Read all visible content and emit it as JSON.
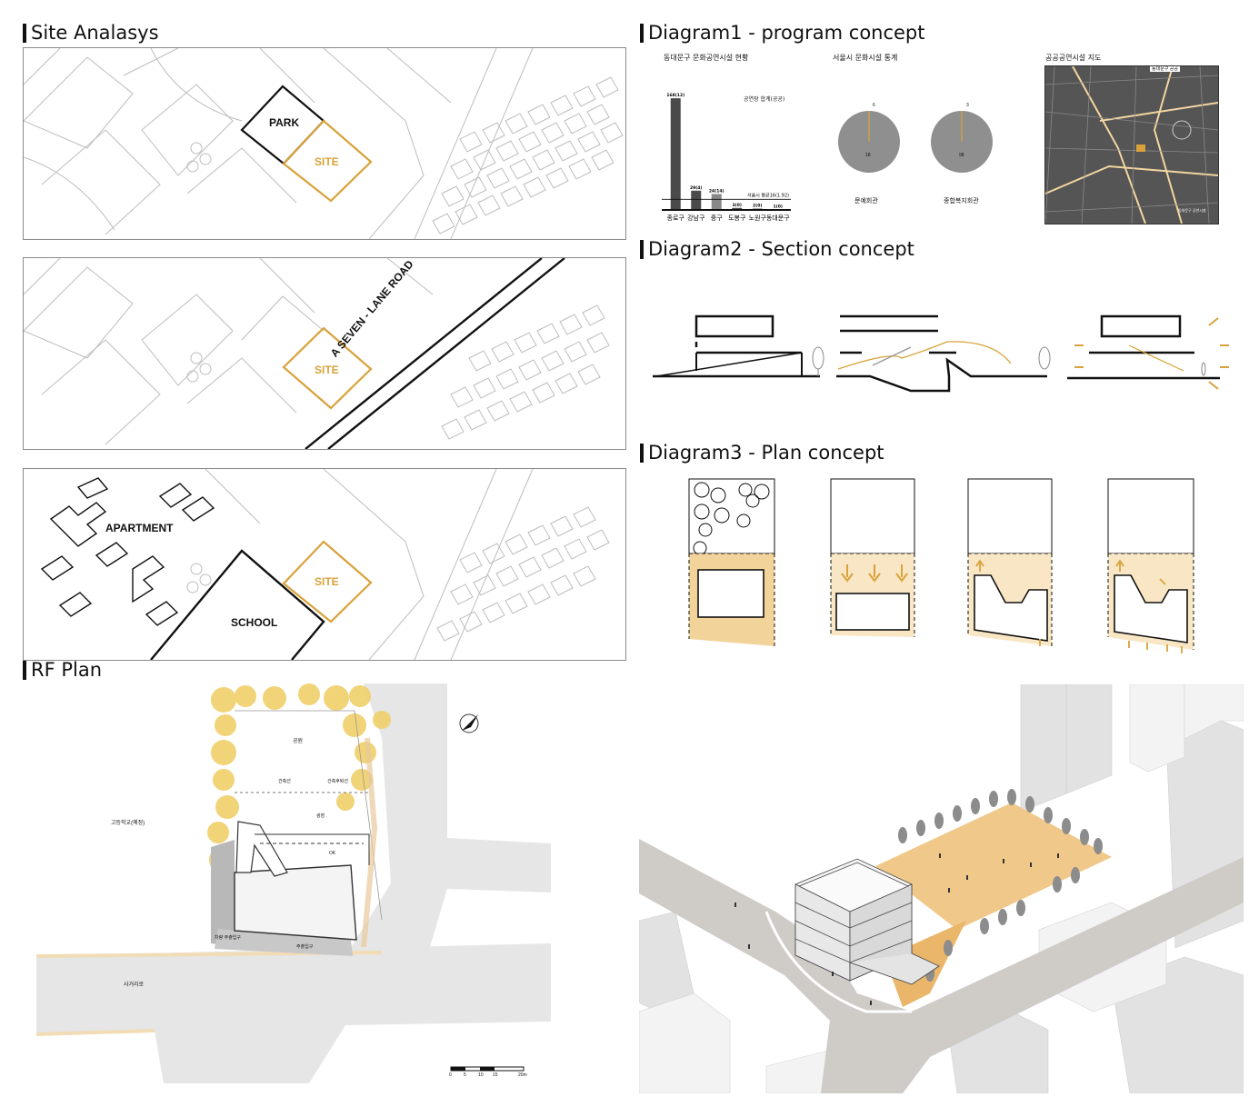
{
  "sections": {
    "site_analysis": "Site Analasys",
    "diagram1": "Diagram1 - program concept",
    "diagram2": "Diagram2 - Section concept",
    "diagram3": "Diagram3 - Plan concept",
    "rf_plan": "RF Plan"
  },
  "site_maps": {
    "map1": {
      "park": "PARK",
      "site": "SITE"
    },
    "map2": {
      "site": "SITE",
      "road": "A SEVEN - LANE ROAD"
    },
    "map3": {
      "apartment": "APARTMENT",
      "site": "SITE",
      "school": "SCHOOL"
    }
  },
  "diagram1": {
    "bar_title": "동대문구 문화공연시설 현황",
    "pie_title": "서울시 문화시설 통계",
    "map_title": "공공공연시설 지도",
    "legend_label": "공연장 합계(공공)",
    "avg_label": "서울시 평균16(1.92)",
    "pie1_label": "문예회관",
    "pie2_label": "종합복지회관",
    "pie1_small": "6",
    "pie2_small": "3",
    "pie1_center": "18",
    "pie2_center": "98",
    "map_corner": "동대문구 공공",
    "map_bottom": "동대문구 공연시설"
  },
  "colors": {
    "accent": "#d9a23a",
    "accent_fill": "#f2d39a",
    "accent_light": "#f8e6c4",
    "dark": "#111111",
    "bar": "#4a4a4a",
    "pie": "#8f8f8f"
  },
  "chart_data": {
    "type": "bar",
    "categories": [
      "종로구",
      "강남구",
      "중구",
      "도봉구",
      "노원구",
      "동대문구"
    ],
    "values": [
      168,
      29,
      24,
      3,
      2,
      1
    ],
    "data_labels": [
      "168(12)",
      "29(4)",
      "24(14)",
      "3(0)",
      "2(0)",
      "1(0)"
    ],
    "avg_value": 16,
    "ylim": [
      0,
      175
    ],
    "highlight_index": 5
  },
  "rf_plan": {
    "park_label": "공원",
    "school_label": "고등학교(예정)",
    "road_label": "사거리로",
    "dim1": "건축선",
    "dim2": "건축후퇴선",
    "open_label": "광장",
    "ok_label": "OK",
    "entrance1": "차량 주출입구",
    "entrance2": "주출입구",
    "scale_ticks": [
      "0",
      "5",
      "10",
      "15",
      "20m"
    ]
  }
}
